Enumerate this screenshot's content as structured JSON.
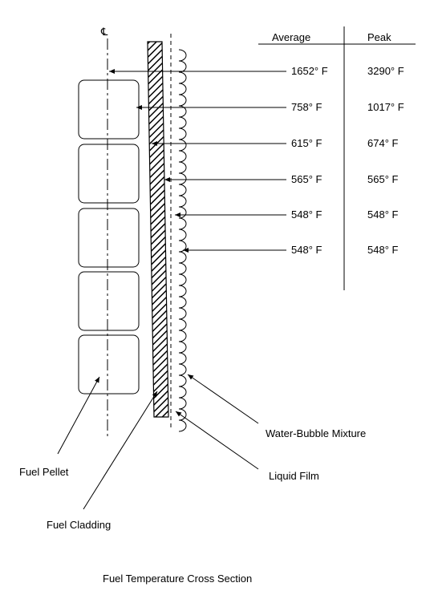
{
  "table": {
    "headers": {
      "average": "Average",
      "peak": "Peak"
    },
    "rows": [
      {
        "average": "1652° F",
        "peak": "3290° F"
      },
      {
        "average": "758° F",
        "peak": "1017° F"
      },
      {
        "average": "615° F",
        "peak": "674° F"
      },
      {
        "average": "565° F",
        "peak": "565° F"
      },
      {
        "average": "548° F",
        "peak": "548° F"
      },
      {
        "average": "548° F",
        "peak": "548° F"
      }
    ]
  },
  "centerline_symbol": "℄",
  "labels": {
    "fuel_pellet": "Fuel Pellet",
    "fuel_cladding": "Fuel Cladding",
    "water_bubble_mixture": "Water-Bubble Mixture",
    "liquid_film": "Liquid Film"
  },
  "caption": "Fuel Temperature Cross Section"
}
